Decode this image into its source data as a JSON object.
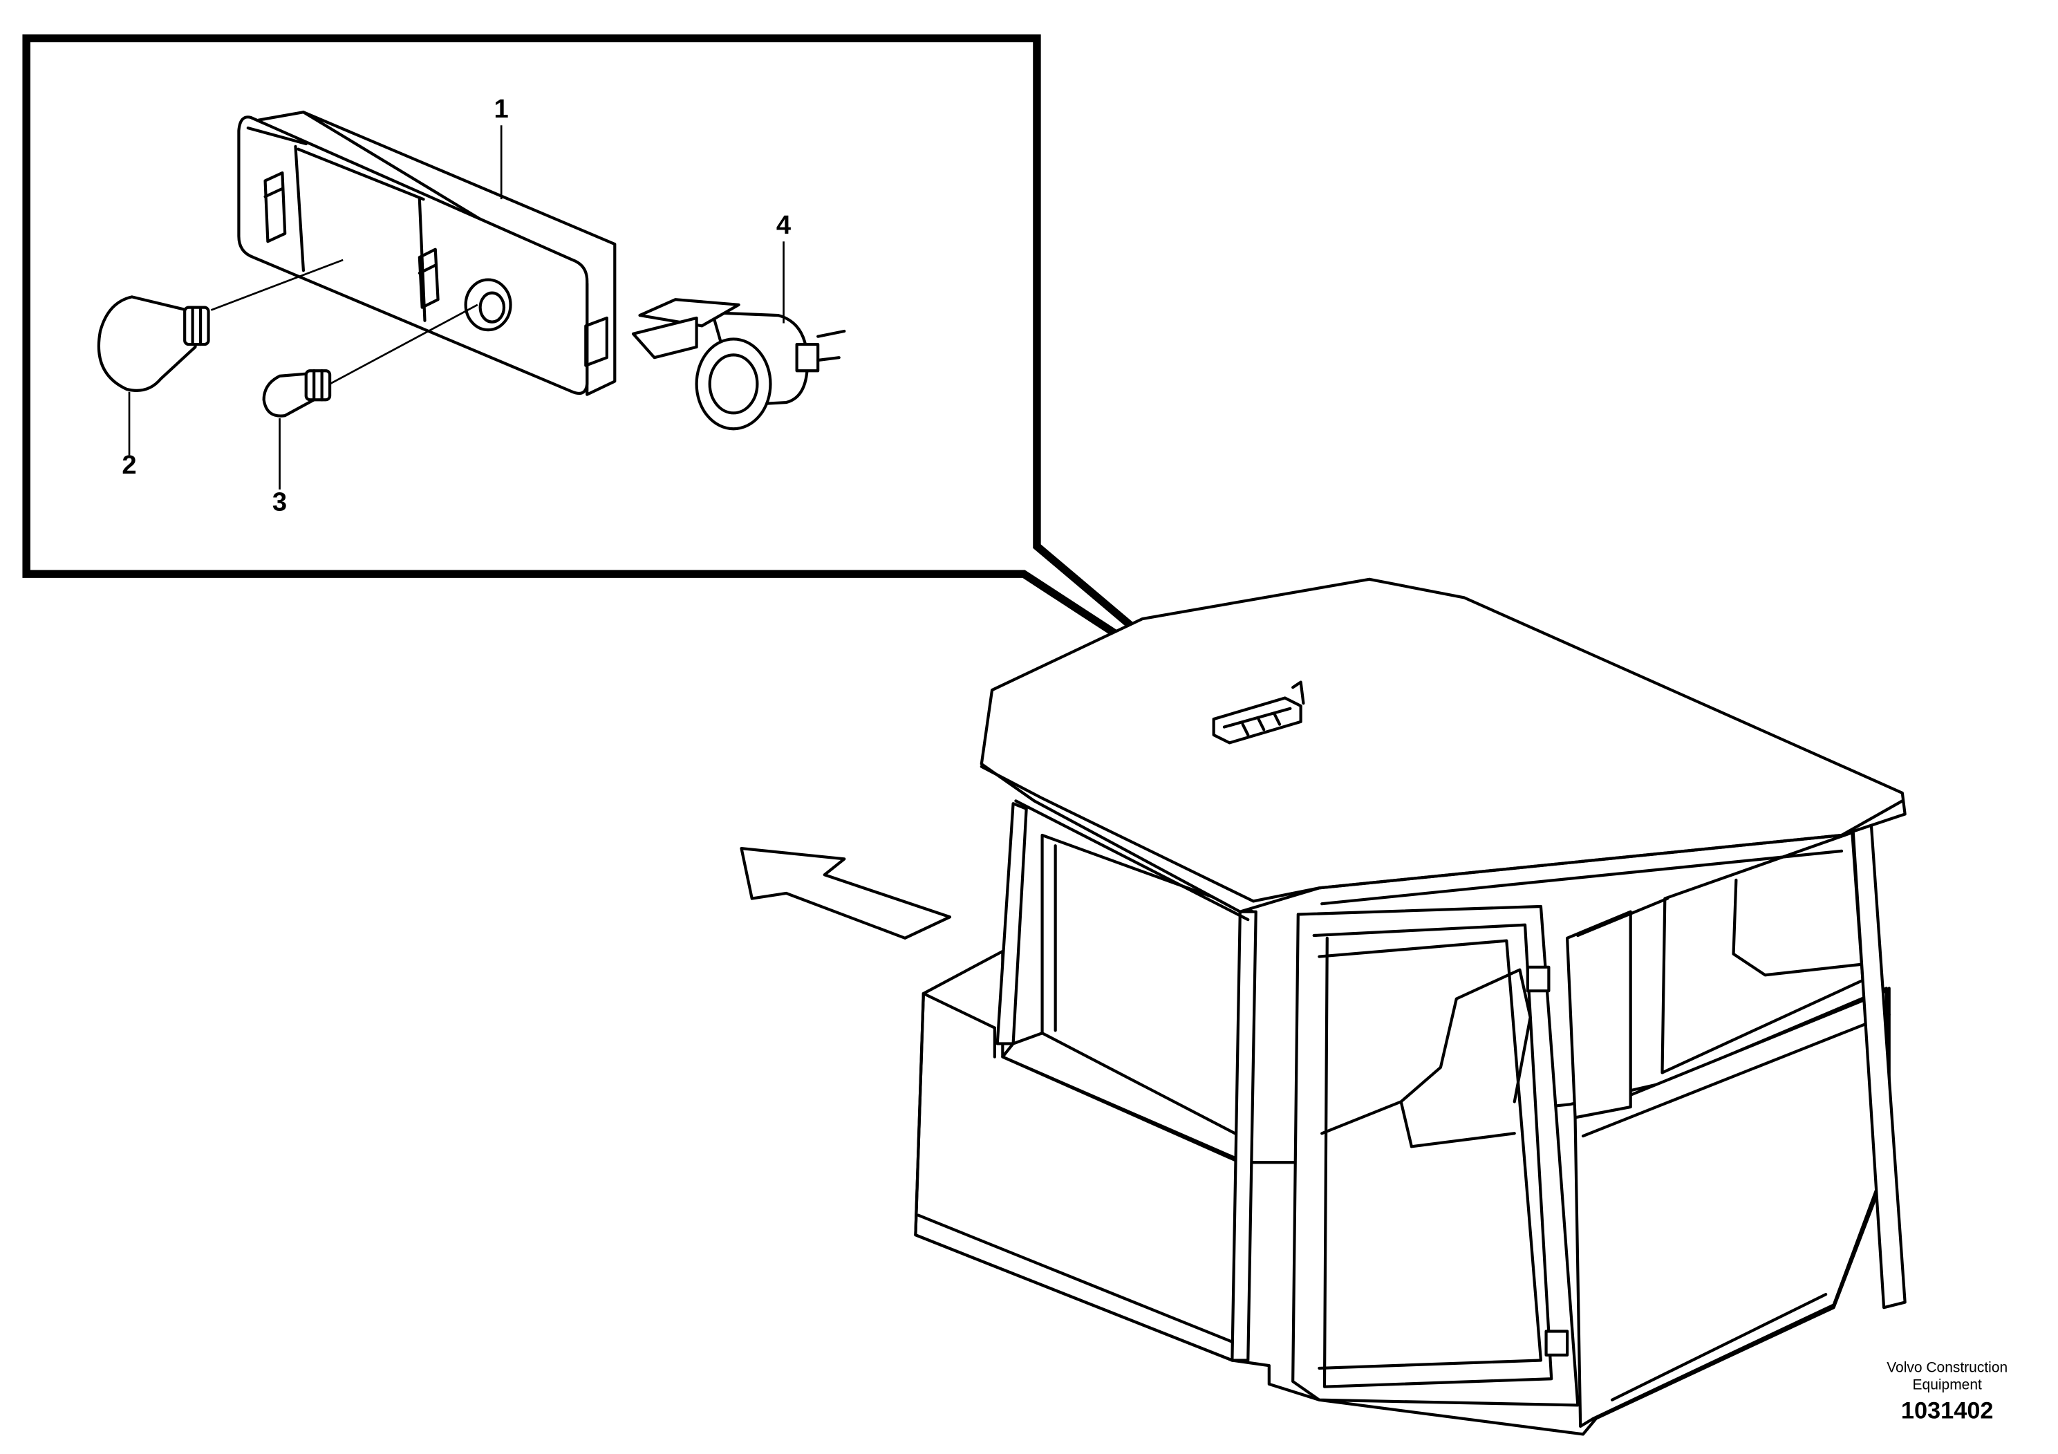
{
  "callouts": {
    "item_1": "1",
    "item_2": "2",
    "item_3": "3",
    "item_4": "4"
  },
  "footer": {
    "maker_line1": "Volvo Construction",
    "maker_line2": "Equipment",
    "figure_number": "1031402"
  }
}
